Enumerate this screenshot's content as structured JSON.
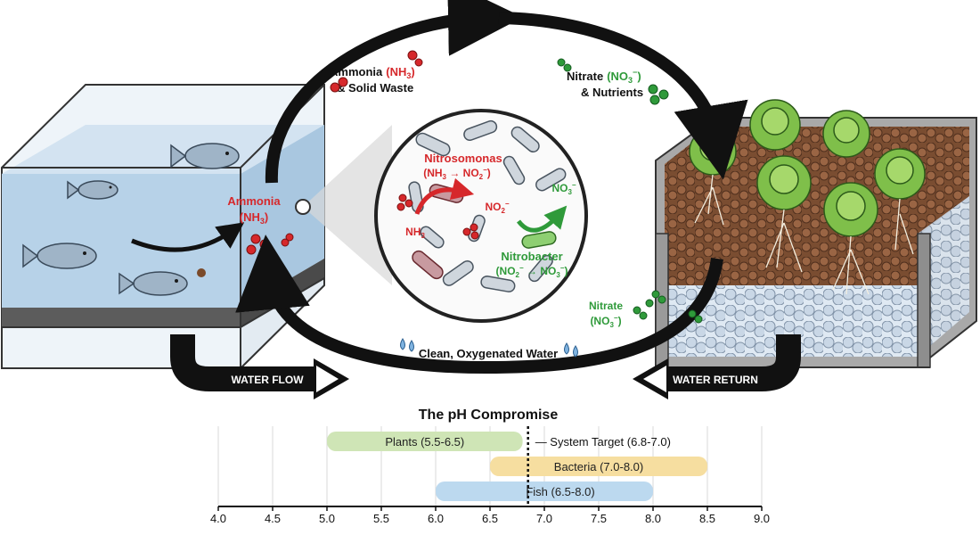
{
  "colors": {
    "ammonia": "#d6282b",
    "nitrate": "#2f9a3a",
    "water_blue": "#aecde6",
    "soil": "#8a5a3b",
    "plants_bar": "#cfe5b6",
    "bacteria_bar": "#f6deA0",
    "fish_bar": "#bcd9ef",
    "arrow": "#111111"
  },
  "labels": {
    "ammonia_waste_1": "Ammonia",
    "ammonia_waste_formula": "(NH",
    "ammonia_waste_2": "& Solid Waste",
    "nitrate_nutrients_1": "Nitrate",
    "nitrate_nutrients_formula": "(NO",
    "nitrate_nutrients_2": "& Nutrients",
    "tank_ammonia": "Ammonia",
    "tank_ammonia_formula": "(NH",
    "nitrosomonas": "Nitrosomonas",
    "nitrosomonas_rxn": "(NH",
    "nitrobacter": "Nitrobacter",
    "nitrobacter_rxn": "(NO",
    "nh3": "NH",
    "no2": "NO",
    "no3": "NO",
    "bed_nitrate": "Nitrate",
    "bed_nitrate_formula": "(NO",
    "clean_water": "Clean, Oxygenated Water",
    "water_flow": "WATER FLOW",
    "water_return": "WATER RETURN"
  },
  "icons": [
    "ammonia-molecule-icon",
    "nitrate-molecule-icon",
    "water-drop-icon",
    "fish-icon",
    "lettuce-icon",
    "bacteria-icon",
    "clock-arrow-icon"
  ],
  "chart_data": {
    "type": "range_bar",
    "title": "The pH Compromise",
    "xlim": [
      4.0,
      9.0
    ],
    "ticks": [
      "4.0",
      "4.5",
      "5.0",
      "5.5",
      "6.0",
      "6.5",
      "7.0",
      "7.5",
      "8.0",
      "8.5",
      "9.0"
    ],
    "tick_values": [
      4.0,
      4.5,
      5.0,
      5.5,
      6.0,
      6.5,
      7.0,
      7.5,
      8.0,
      8.5,
      9.0
    ],
    "ranges": [
      {
        "label": "Plants (5.5-6.5)",
        "start": 5.0,
        "end": 6.8
      },
      {
        "label": "Bacteria (7.0-8.0)",
        "start": 6.5,
        "end": 8.5
      },
      {
        "label": "Fish (6.5-8.0)",
        "start": 6.0,
        "end": 8.0
      }
    ],
    "target_value": 6.85,
    "target_label": "System Target (6.8-7.0)"
  }
}
